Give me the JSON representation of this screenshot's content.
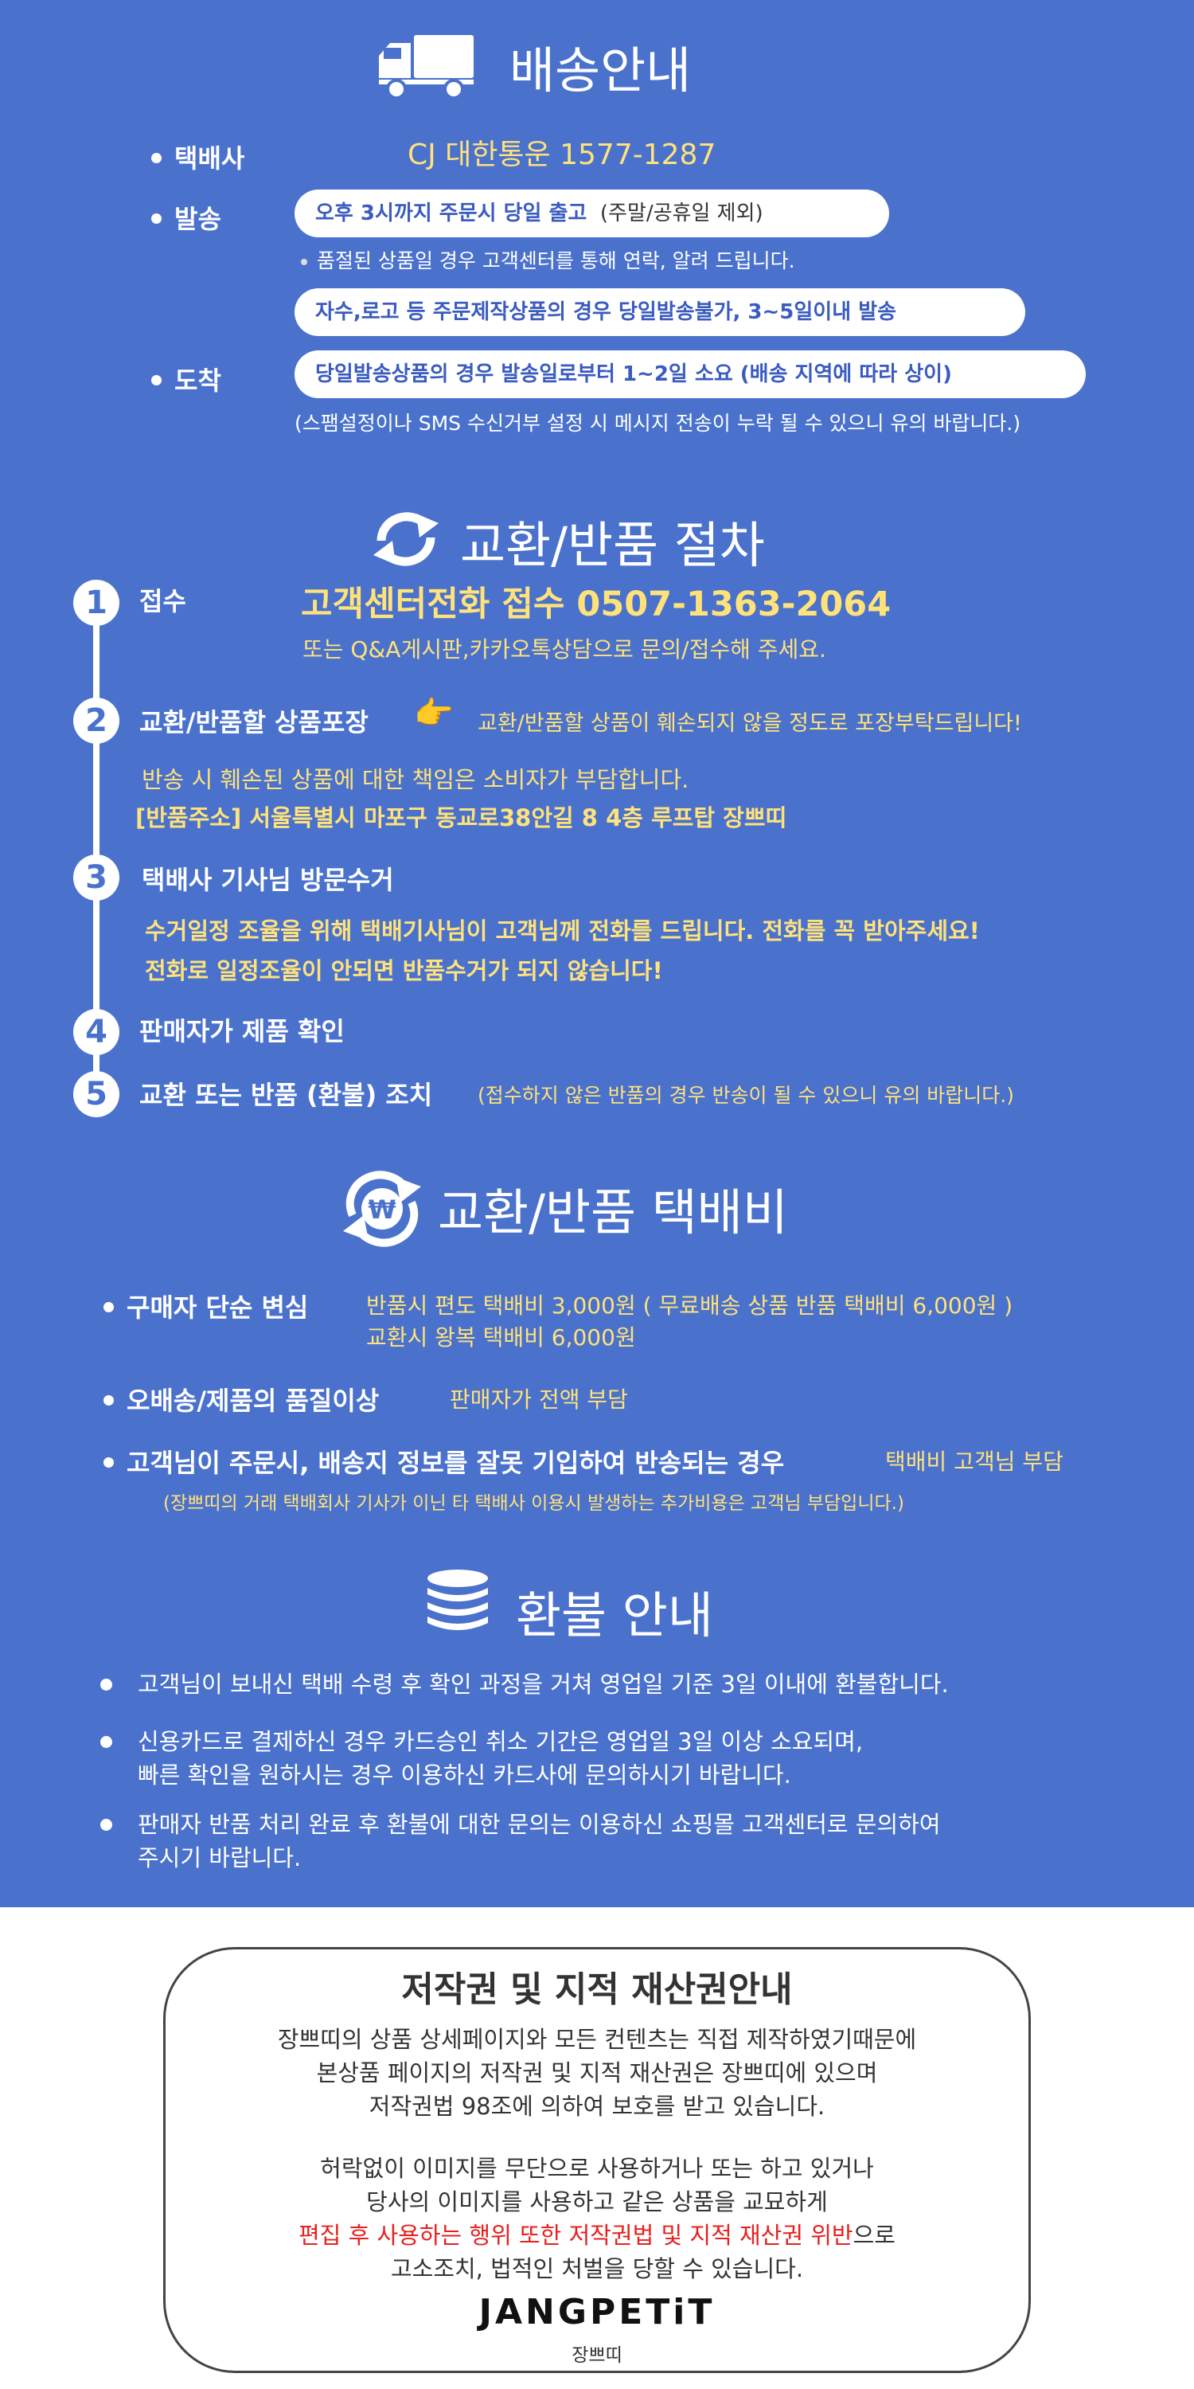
{
  "shipping": {
    "title": "배송안내",
    "courier_label": "택배사",
    "courier_value": "CJ 대한통운 1577-1287",
    "dispatch_label": "발송",
    "dispatch_pill1_bold": "오후 3시까지 주문시 당일 출고",
    "dispatch_pill1_rest": "(주말/공휴일 제외)",
    "dispatch_note": "품절된 상품일 경우 고객센터를 통해 연락, 알려 드립니다.",
    "dispatch_pill2": "자수,로고 등 주문제작상품의 경우 당일발송불가, 3~5일이내 발송",
    "arrival_label": "도착",
    "arrival_pill": "당일발송상품의 경우 발송일로부터 1~2일 소요 (배송 지역에 따라 상이)",
    "arrival_note": "(스팸설정이나 SMS 수신거부 설정 시 메시지 전송이 누락 될 수 있으니 유의 바랍니다.)"
  },
  "exchange": {
    "title": "교환/반품 절차",
    "steps": [
      {
        "num": "1",
        "label": "접수",
        "highlight": "고객센터전화 접수 0507-1363-2064",
        "note": "또는 Q&A게시판,카카오톡상담으로 문의/접수해 주세요."
      },
      {
        "num": "2",
        "label": "교환/반품할 상품포장",
        "hand": "👉",
        "tip": "교환/반품할 상품이 훼손되지 않을 정도로 포장부탁드립니다!",
        "note1": "반송 시 훼손된 상품에 대한 책임은 소비자가 부담합니다.",
        "note2": "[반품주소] 서울특별시 마포구 동교로38안길 8  4층 루프탑 장쁘띠"
      },
      {
        "num": "3",
        "label": "택배사 기사님 방문수거",
        "note1": "수거일정 조율을 위해 택배기사님이 고객님께 전화를 드립니다. 전화를 꼭 받아주세요!",
        "note2": "전화로 일정조율이 안되면 반품수거가 되지 않습니다!"
      },
      {
        "num": "4",
        "label": "판매자가 제품 확인"
      },
      {
        "num": "5",
        "label": "교환 또는 반품 (환불) 조치",
        "note": "(접수하지 않은 반품의 경우 반송이 될 수 있으니 유의 바랍니다.)"
      }
    ]
  },
  "fee": {
    "title": "교환/반품 택배비",
    "items": [
      {
        "label": "구매자 단순 변심",
        "value1": "반품시 편도 택배비 3,000원 ( 무료배송 상품 반품 택배비 6,000원 )",
        "value2": "교환시 왕복 택배비 6,000원"
      },
      {
        "label": "오배송/제품의 품질이상",
        "value1": "판매자가 전액 부담"
      },
      {
        "label": "고객님이 주문시, 배송지 정보를 잘못 기입하여 반송되는 경우",
        "value1": "택배비 고객님 부담"
      }
    ],
    "note": "(장쁘띠의 거래 택배회사 기사가 이닌 타 택배사 이용시 발생하는 추가비용은 고객님 부담입니다.)"
  },
  "refund": {
    "title": "환불 안내",
    "items": [
      [
        "고객님이 보내신 택배 수령 후 확인 과정을 거쳐 영업일 기준 3일 이내에 환불합니다."
      ],
      [
        "신용카드로 결제하신 경우 카드승인 취소 기간은 영업일 3일 이상 소요되며,",
        "빠른 확인을 원하시는 경우 이용하신 카드사에 문의하시기 바랍니다."
      ],
      [
        "판매자 반품 처리 완료 후 환불에 대한 문의는 이용하신 쇼핑몰 고객센터로 문의하여",
        "주시기 바랍니다."
      ]
    ]
  },
  "copyright": {
    "title": "저작권 및 지적 재산권안내",
    "lines1": [
      "장쁘띠의 상품 상세페이지와 모든 컨텐츠는  직접 제작하였기때문에",
      "본상품 페이지의 저작권 및 지적 재산권은 장쁘띠에 있으며",
      "저작권법 98조에 의하여 보호를 받고 있습니다."
    ],
    "lines2": [
      "허락없이 이미지를 무단으로 사용하거나 또는 하고 있거나",
      "당사의 이미지를 사용하고 같은 상품을 교묘하게"
    ],
    "warn_red": "편집 후 사용하는 행위 또한 저작권법 및 지적 재산권 위반",
    "warn_rest": "으로",
    "last_line": "고소조치, 법적인 처벌을 당할 수 있습니다.",
    "brand": "JANGPETiT",
    "brand_sub": "장쁘띠"
  },
  "colors": {
    "background_blue": "#4a72cd",
    "highlight_yellow": "#ffe27a",
    "warning_red": "#e8201e"
  }
}
